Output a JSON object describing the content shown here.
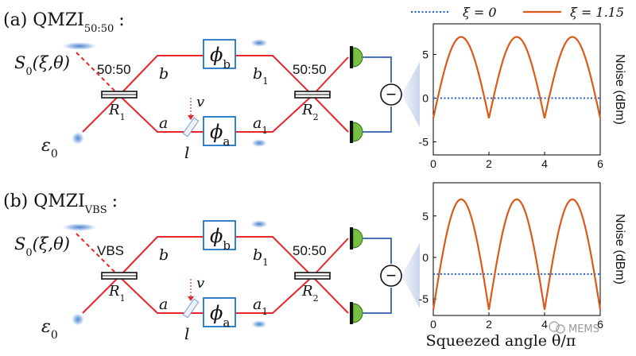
{
  "colors": {
    "beam": "#e8262a",
    "detector": "#77c043",
    "wire": "#2f5fb8",
    "phase_box": "#1e73c8",
    "blob": "#3b78c9",
    "curve_squeezed": "#d95a1a",
    "curve_vacuum": "#1f5fd0",
    "axis": "#000000",
    "watermark": "#9a9a9a"
  },
  "panels": [
    {
      "title_prefix": "(a) QMZI",
      "title_sub": "50:50",
      "title_suffix": ":",
      "bs1": "50:50",
      "bs2": "50:50",
      "input_s0": "S",
      "input_s0_sub": "0",
      "input_s0_args": "(ξ,θ)",
      "input_e0": "ε",
      "input_e0_sub": "0",
      "arm_b": "b",
      "arm_b1": "b",
      "arm_b1_sub": "1",
      "arm_a": "a",
      "arm_a1": "a",
      "arm_a1_sub": "1",
      "r1": "R",
      "r1_sub": "1",
      "r2": "R",
      "r2_sub": "2",
      "phi_b": "ϕ",
      "phi_b_sub": "b",
      "phi_a": "ϕ",
      "phi_a_sub": "a",
      "loss_v": "v",
      "loss_l": "l"
    },
    {
      "title_prefix": "(b) QMZI",
      "title_sub": "VBS",
      "title_suffix": ":",
      "bs1": "VBS",
      "bs2": "50:50",
      "input_s0": "S",
      "input_s0_sub": "0",
      "input_s0_args": "(ξ,θ)",
      "input_e0": "ε",
      "input_e0_sub": "0",
      "arm_b": "b",
      "arm_b1": "b",
      "arm_b1_sub": "1",
      "arm_a": "a",
      "arm_a1": "a",
      "arm_a1_sub": "1",
      "r1": "R",
      "r1_sub": "1",
      "r2": "R",
      "r2_sub": "2",
      "phi_b": "ϕ",
      "phi_b_sub": "b",
      "phi_a": "ϕ",
      "phi_a_sub": "a",
      "loss_v": "v",
      "loss_l": "l"
    }
  ],
  "legend": {
    "vacuum": "ξ = 0",
    "squeezed": "ξ = 1.15"
  },
  "subtractor_symbol": "−",
  "watermark_text": "MEMS",
  "chart_data": [
    {
      "type": "line",
      "panel": "a",
      "ylabel": "Noise (dBm)",
      "xlabel": "",
      "xlim": [
        0,
        6
      ],
      "ylim": [
        -6.5,
        8.5
      ],
      "xticks": [
        0,
        2,
        4,
        6
      ],
      "yticks": [
        -5,
        0,
        5
      ],
      "grid": false,
      "series": [
        {
          "key": "vacuum",
          "style": "dotted",
          "constant": 0
        },
        {
          "key": "squeezed",
          "style": "solid",
          "min": -2.3,
          "max": 7.0
        }
      ]
    },
    {
      "type": "line",
      "panel": "b",
      "ylabel": "Noise (dBm)",
      "xlabel": "Squeezed angle θ/π",
      "xlim": [
        0,
        6
      ],
      "ylim": [
        -7,
        9
      ],
      "xticks": [
        0,
        2,
        4,
        6
      ],
      "yticks": [
        -5,
        0,
        5
      ],
      "grid": false,
      "series": [
        {
          "key": "vacuum",
          "style": "dotted",
          "constant": -2.0
        },
        {
          "key": "squeezed",
          "style": "solid",
          "min": -6.3,
          "max": 7.0
        }
      ]
    }
  ]
}
